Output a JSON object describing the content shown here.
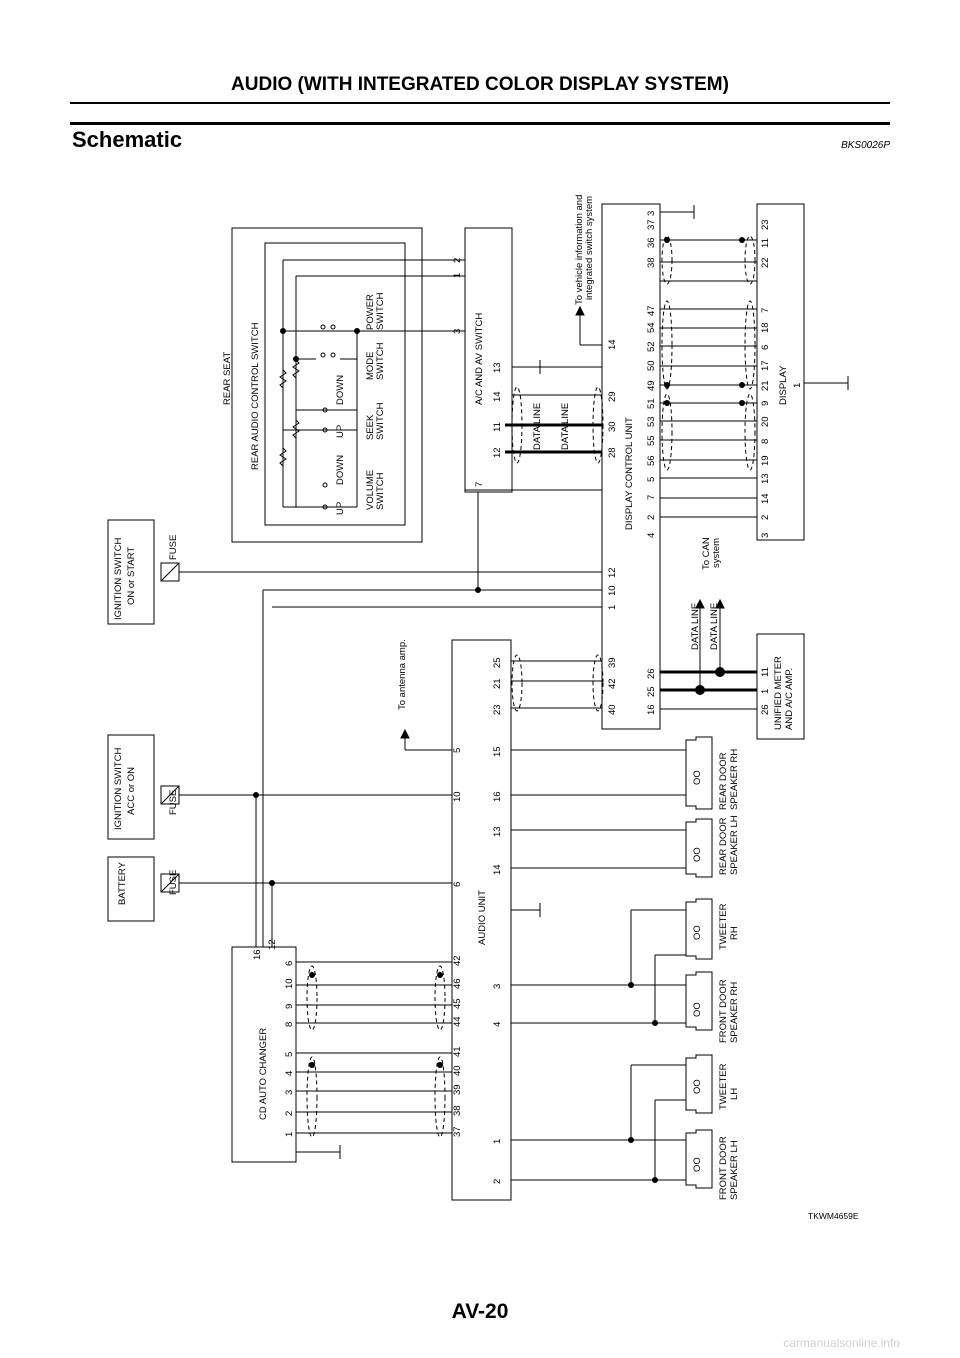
{
  "header": {
    "title": "AUDIO (WITH INTEGRATED COLOR DISPLAY SYSTEM)"
  },
  "section": {
    "title": "Schematic",
    "ref": "BKS0026P"
  },
  "diagram": {
    "code": "TKWM4659E",
    "labels": {
      "battery": "BATTERY",
      "ign_acc_1": "IGNITION SWITCH",
      "ign_acc_2": "ACC or ON",
      "ign_on_1": "IGNITION SWITCH",
      "ign_on_2": "ON or START",
      "fuse": "FUSE",
      "rear_seat": "REAR SEAT",
      "rear_audio_ctrl": "REAR AUDIO CONTROL SWITCH",
      "volume_switch_1": "VOLUME",
      "volume_switch_2": "SWITCH",
      "seek_switch_1": "SEEK",
      "seek_switch_2": "SWITCH",
      "mode_switch_1": "MODE",
      "mode_switch_2": "SWITCH",
      "power_switch_1": "POWER",
      "power_switch_2": "SWITCH",
      "up": "UP",
      "down": "DOWN",
      "ac_av_switch": "A/C AND AV SWITCH",
      "data_line": "DATA LINE",
      "display_control_unit": "DISPLAY CONTROL UNIT",
      "vehicle_info_1": "To vehicle information and",
      "vehicle_info_2": "integrated switch system",
      "display": "DISPLAY",
      "can_1": "To CAN",
      "can_2": "system",
      "unified_meter_1": "UNIFIED METER",
      "unified_meter_2": "AND A/C AMP.",
      "antenna": "To antenna amp.",
      "audio_unit": "AUDIO UNIT",
      "cd_changer": "CD AUTO CHANGER",
      "rear_door_rh_1": "REAR DOOR",
      "rear_door_rh_2": "SPEAKER RH",
      "rear_door_lh_1": "REAR DOOR",
      "rear_door_lh_2": "SPEAKER LH",
      "tweeter_rh_1": "TWEETER",
      "tweeter_rh_2": "RH",
      "front_door_rh_1": "FRONT DOOR",
      "front_door_rh_2": "SPEAKER RH",
      "tweeter_lh_1": "TWEETER",
      "tweeter_lh_2": "LH",
      "front_door_lh_1": "FRONT DOOR",
      "front_door_lh_2": "SPEAKER LH"
    },
    "pins": {
      "display_num": "1",
      "ac_av_top": "2",
      "ac_av_top2": "1",
      "ac_av_3": "3",
      "ac_av_7": "7",
      "ac_av_12": "12",
      "ac_av_11": "11",
      "ac_av_14": "14",
      "ac_av_13": "13",
      "dcu_4": "4",
      "dcu_2": "2",
      "dcu_7": "7",
      "dcu_5": "5",
      "dcu_56": "56",
      "dcu_55": "55",
      "dcu_53": "53",
      "dcu_51": "51",
      "dcu_49": "49",
      "dcu_50": "50",
      "dcu_52": "52",
      "dcu_54": "54",
      "dcu_47": "47",
      "dcu_38": "38",
      "dcu_36": "36",
      "dcu_37": "37",
      "dcu_3": "3",
      "dcu_28": "28",
      "dcu_30": "30",
      "dcu_29": "29",
      "dcu_14": "14",
      "dcu_1": "1",
      "dcu_10": "10",
      "dcu_12": "12",
      "dcu_40": "40",
      "dcu_42": "42",
      "dcu_39": "39",
      "dcu_16": "16",
      "dcu_25": "25",
      "dcu_26": "26",
      "disp_3": "3",
      "disp_2": "2",
      "disp_14": "14",
      "disp_13": "13",
      "disp_19": "19",
      "disp_8": "8",
      "disp_20": "20",
      "disp_9": "9",
      "disp_21": "21",
      "disp_17": "17",
      "disp_6": "6",
      "disp_18": "18",
      "disp_7": "7",
      "disp_22": "22",
      "disp_11": "11",
      "disp_23": "23",
      "meter_26": "26",
      "meter_1": "1",
      "meter_11": "11",
      "au_23": "23",
      "au_21": "21",
      "au_25": "25",
      "au_5": "5",
      "au_10": "10",
      "au_15": "15",
      "au_16": "16",
      "au_13": "13",
      "au_14": "14",
      "au_6": "6",
      "au_3": "3",
      "au_4": "4",
      "au_1": "1",
      "au_2": "2",
      "au_37": "37",
      "au_38": "38",
      "au_39": "39",
      "au_40": "40",
      "au_41": "41",
      "au_44": "44",
      "au_45": "45",
      "au_46": "46",
      "au_42": "42",
      "cd_1": "1",
      "cd_2": "2",
      "cd_3": "3",
      "cd_4": "4",
      "cd_5": "5",
      "cd_8": "8",
      "cd_9": "9",
      "cd_10": "10",
      "cd_6": "6",
      "cd_16": "16",
      "cd_12": "12"
    }
  }
}
